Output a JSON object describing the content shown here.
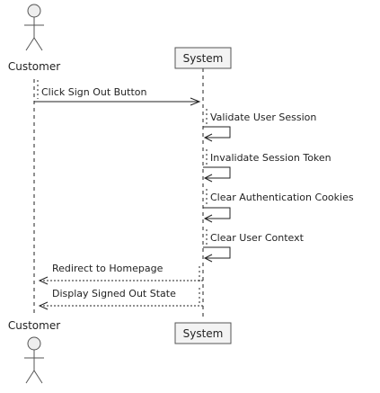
{
  "participants": {
    "customer": {
      "label": "Customer"
    },
    "system": {
      "label": "System"
    }
  },
  "messages": [
    {
      "from": "customer",
      "to": "system",
      "label": "Click Sign Out Button",
      "style": "solid"
    },
    {
      "from": "system",
      "to": "system",
      "label": "Validate User Session",
      "style": "self"
    },
    {
      "from": "system",
      "to": "system",
      "label": "Invalidate Session Token",
      "style": "self"
    },
    {
      "from": "system",
      "to": "system",
      "label": "Clear Authentication Cookies",
      "style": "self"
    },
    {
      "from": "system",
      "to": "system",
      "label": "Clear User Context",
      "style": "self"
    },
    {
      "from": "system",
      "to": "customer",
      "label": "Redirect to Homepage",
      "style": "dashed"
    },
    {
      "from": "system",
      "to": "customer",
      "label": "Display Signed Out State",
      "style": "dashed"
    }
  ],
  "colors": {
    "line": "#222222",
    "box_fill": "#f3f3f3",
    "box_stroke": "#555555",
    "actor_fill": "#eeeeee"
  }
}
